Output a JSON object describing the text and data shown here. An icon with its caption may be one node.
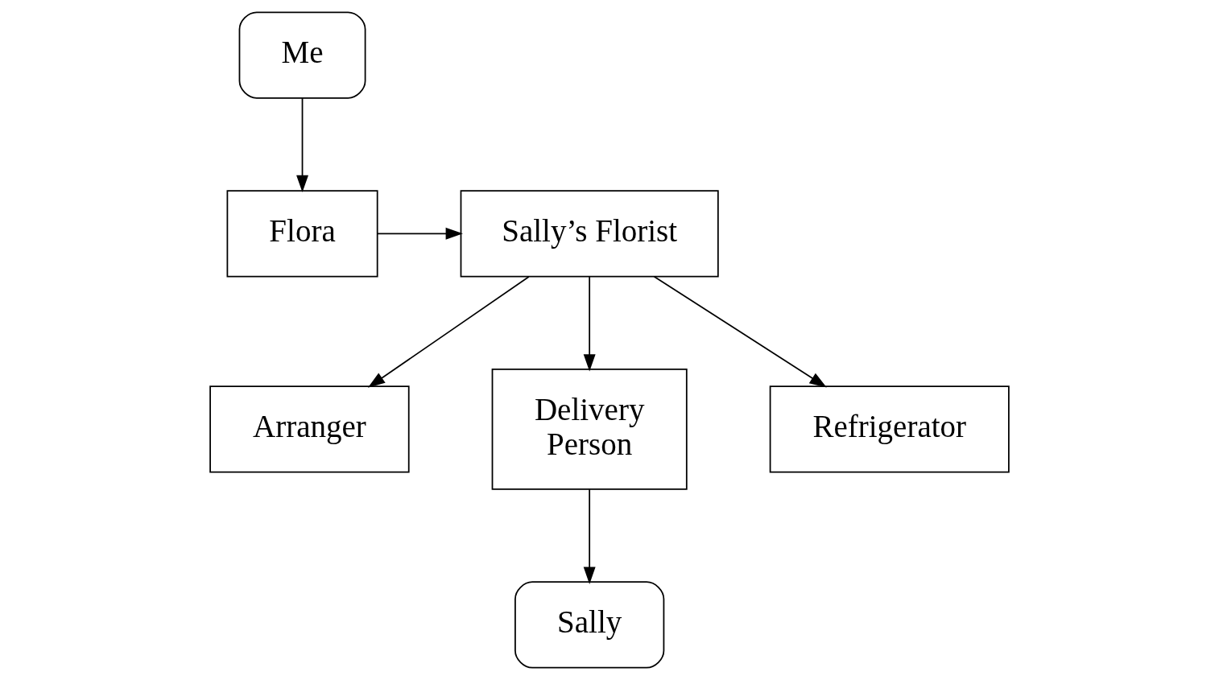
{
  "diagram": {
    "nodes": [
      {
        "text": [
          "Me"
        ]
      },
      {
        "text": [
          "Flora"
        ]
      },
      {
        "text": [
          "Sally’s Florist"
        ]
      },
      {
        "text": [
          "Arranger"
        ]
      },
      {
        "text": [
          "Delivery Person"
        ]
      },
      {
        "text": [
          "Refrigerator"
        ]
      },
      {
        "text": [
          "Sally"
        ]
      }
    ],
    "edges": [
      {
        "from": 0,
        "to": 1,
        "arrow": "to"
      },
      {
        "from": 1,
        "to": 2,
        "arrow": "to"
      },
      {
        "from": 2,
        "to": 3,
        "arrow": "to"
      },
      {
        "from": 2,
        "to": 4,
        "arrow": "to"
      },
      {
        "from": 2,
        "to": 5,
        "arrow": "to"
      },
      {
        "from": 4,
        "to": 6,
        "arrow": "to"
      }
    ]
  }
}
